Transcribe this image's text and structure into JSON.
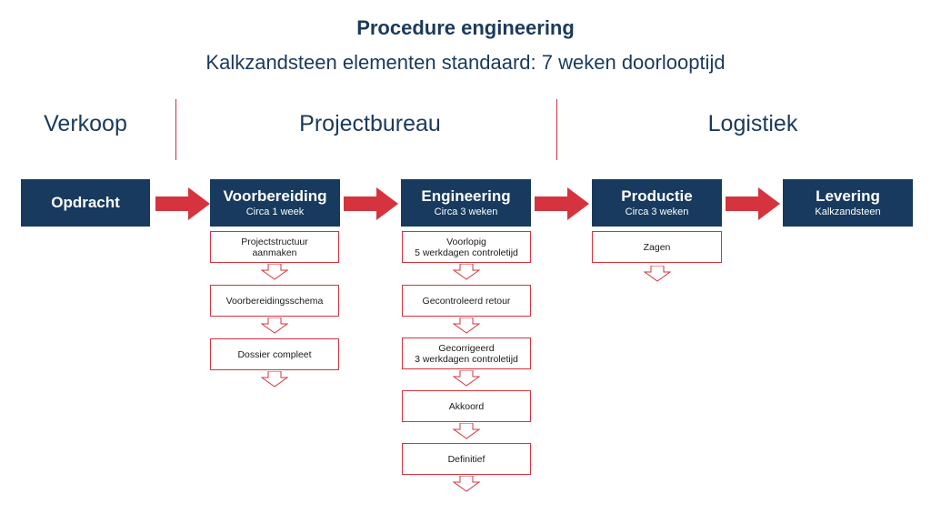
{
  "title": "Procedure engineering",
  "subtitle": "Kalkzandsteen elementen standaard: 7 weken doorlooptijd",
  "departments": [
    "Verkoop",
    "Projectbureau",
    "Logistiek"
  ],
  "stages": [
    {
      "title": "Opdracht",
      "subtitle": ""
    },
    {
      "title": "Voorbereiding",
      "subtitle": "Circa 1 week"
    },
    {
      "title": "Engineering",
      "subtitle": "Circa 3 weken"
    },
    {
      "title": "Productie",
      "subtitle": "Circa 3 weken"
    },
    {
      "title": "Levering",
      "subtitle": "Kalkzandsteen"
    }
  ],
  "steps": {
    "voorbereiding": [
      {
        "line1": "Projectstructuur",
        "line2": "aanmaken"
      },
      {
        "line1": "Voorbereidingsschema",
        "line2": ""
      },
      {
        "line1": "Dossier compleet",
        "line2": ""
      }
    ],
    "engineering": [
      {
        "line1": "Voorlopig",
        "line2": "5 werkdagen controletijd"
      },
      {
        "line1": "Gecontroleerd retour",
        "line2": ""
      },
      {
        "line1": "Gecorrigeerd",
        "line2": "3 werkdagen controletijd"
      },
      {
        "line1": "Akkoord",
        "line2": ""
      },
      {
        "line1": "Definitief",
        "line2": ""
      }
    ],
    "productie": [
      {
        "line1": "Zagen",
        "line2": ""
      }
    ]
  },
  "colors": {
    "navy": "#173a5e",
    "red": "#d5333d",
    "text_blue": "#1b3a5c"
  }
}
